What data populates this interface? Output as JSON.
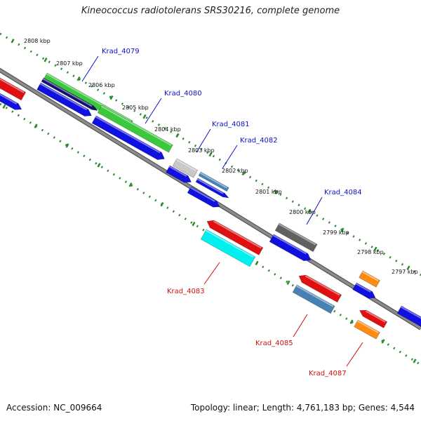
{
  "title": "Kineococcus radiotolerans SRS30216, complete genome",
  "footer": {
    "accession": "Accession: NC_009664",
    "summary": "Topology: linear; Length: 4,761,183 bp; Genes: 4,544"
  },
  "scale_labels": [
    "2808 kbp",
    "2807 kbp",
    "2806 kbp",
    "2805 kbp",
    "2804 kbp",
    "2803 kbp",
    "2802 kbp",
    "2801 kbp",
    "2800 kbp",
    "2799 kbp",
    "2798 kbp",
    "2797 kbp"
  ],
  "colors": {
    "backbone": "#8c8c8c",
    "dots": "#2e8b2e",
    "forward_label": "#1010c8",
    "reverse_label": "#d01010",
    "green": "#3cc83c",
    "navy": "#101070",
    "blue": "#1010e0",
    "red": "#e01010",
    "cyan": "#00f0f0",
    "steel": "#4682b4",
    "gray": "#606060",
    "lightgray": "#c8c8c8",
    "orange": "#ff8c10"
  },
  "genes": [
    {
      "label": "Krad_4079",
      "strand": "forward"
    },
    {
      "label": "Krad_4080",
      "strand": "forward"
    },
    {
      "label": "Krad_4081",
      "strand": "forward"
    },
    {
      "label": "Krad_4082",
      "strand": "forward"
    },
    {
      "label": "Krad_4084",
      "strand": "forward"
    },
    {
      "label": "Krad_4083",
      "strand": "reverse"
    },
    {
      "label": "Krad_4085",
      "strand": "reverse"
    },
    {
      "label": "Krad_4087",
      "strand": "reverse"
    }
  ]
}
